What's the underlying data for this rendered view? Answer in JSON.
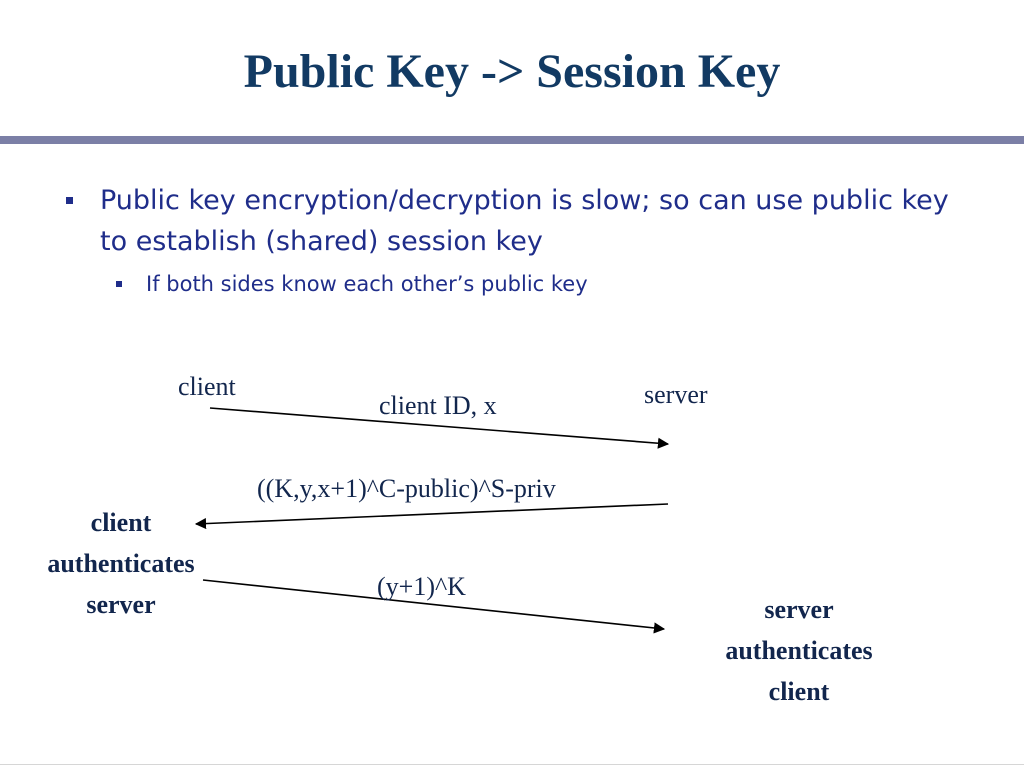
{
  "slide": {
    "title": "Public Key -> Session Key",
    "bullets": [
      {
        "text": "Public key encryption/decryption is slow; so can use public key to establish (shared) session key",
        "sub": [
          {
            "text": "If both sides know each other’s public key"
          }
        ]
      }
    ]
  },
  "diagram": {
    "client_label": "client",
    "server_label": "server",
    "messages": [
      {
        "from": "client",
        "to": "server",
        "label": "client ID, x"
      },
      {
        "from": "server",
        "to": "client",
        "label": "((K,y,x+1)^C-public)^S-priv"
      },
      {
        "from": "client",
        "to": "server",
        "label": "(y+1)^K"
      }
    ],
    "client_result": {
      "line1": "client",
      "line2": "authenticates",
      "line3": "server"
    },
    "server_result": {
      "line1": "server",
      "line2": "authenticates",
      "line3": "client"
    }
  },
  "colors": {
    "title": "#123a63",
    "bullet_text": "#1f2d8a",
    "rule": "#7b7fa6",
    "diagram_text": "#12264d"
  }
}
